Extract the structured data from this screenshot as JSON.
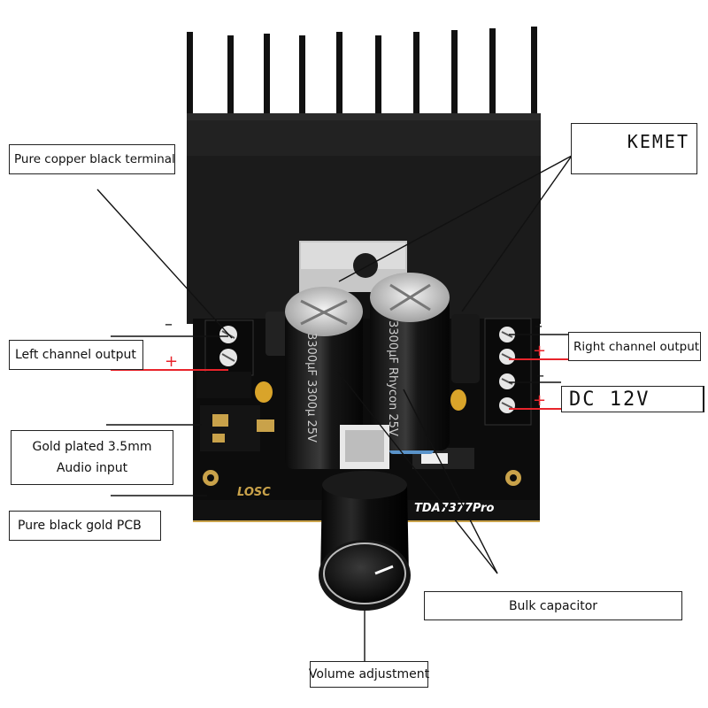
{
  "labels": {
    "terminal": "Pure copper black terminal",
    "left_output": "Left channel output",
    "audio_line1": "Gold plated 3.5mm",
    "audio_line2": "Audio input",
    "pcb": "Pure black gold PCB",
    "right_output": "Right channel output",
    "dc": "DC 12V",
    "kemet": "KEMET",
    "bulk": "Bulk capacitor",
    "volume": "Volume adjustment"
  },
  "polarity": {
    "minus": "–",
    "plus": "+"
  },
  "board": {
    "brand": "LOSC",
    "model": "TDA7377Pro",
    "cap_left_text": "3300μF 3300μ 25V",
    "cap_right_text": "3300μF Rhycon 25V"
  },
  "colors": {
    "background": "#ffffff",
    "heatsink": "#1b1b1b",
    "pcb": "#0c0c0c",
    "gold": "#c9a24a",
    "polarity_line": "#e8242b",
    "leader_line": "#111111"
  }
}
